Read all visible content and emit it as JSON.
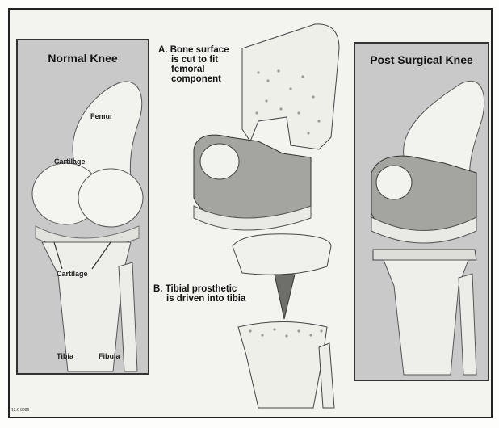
{
  "normal_knee": {
    "title": "Normal Knee",
    "labels": {
      "femur": "Femur",
      "cartilage_upper": "Cartilage",
      "cartilage_lower": "Cartilage",
      "tibia": "Tibia",
      "fibula": "Fibula"
    }
  },
  "post_surgical_knee": {
    "title": "Post Surgical Knee"
  },
  "step_a": {
    "line1": "A.  Bone surface",
    "line2": "is cut to fit",
    "line3": "femoral",
    "line4": "component"
  },
  "step_b": {
    "line1": "B.  Tibial prosthetic",
    "line2": "is driven into tibia"
  },
  "figure_code": "12.6  8086",
  "colors": {
    "panel_gray": "#c9c9c9",
    "bone": "#f4f4f0",
    "implant_gray": "#9a9a9a",
    "outline": "#333333"
  }
}
